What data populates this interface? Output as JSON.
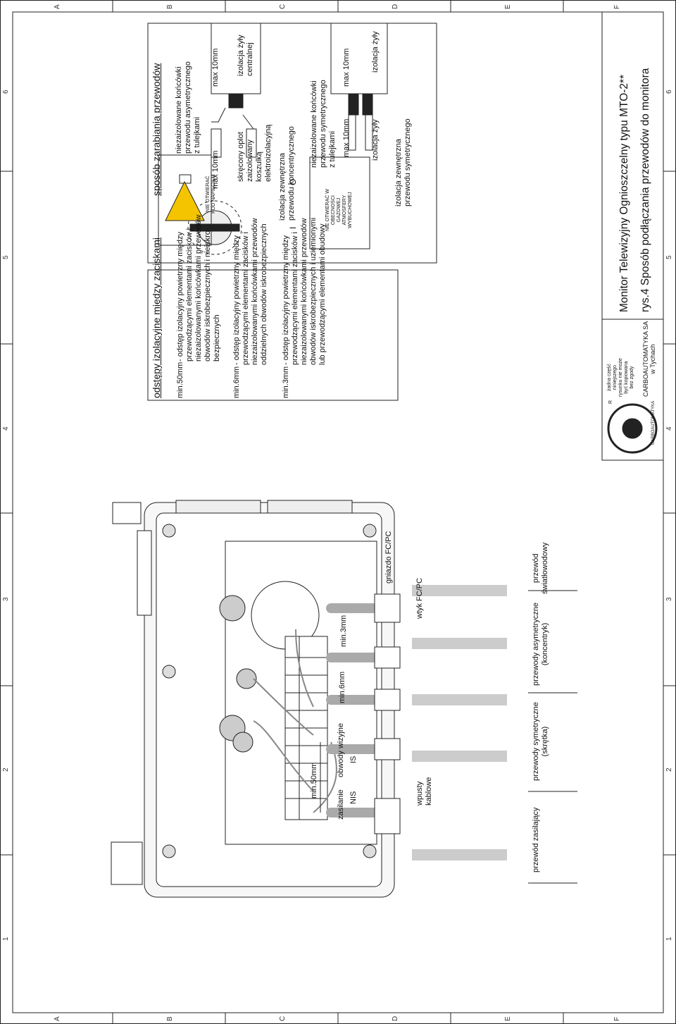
{
  "frame": {
    "columns": [
      "1",
      "2",
      "3",
      "4",
      "5",
      "6"
    ],
    "rows": [
      "A",
      "B",
      "C",
      "D",
      "E",
      "F"
    ]
  },
  "clearances": {
    "title": "odstępy izolacyjne między zaciskami",
    "items": [
      {
        "value": "min.50mm",
        "text": "- odstęp izolacyjny powietrzny między\nprzewodzącymi elementami zacisków i\nniezaizolowanymi końcówkami przewodów\nobwodów iskrobezpiecznych i nieiskro-\nbezpiecznych"
      },
      {
        "value": "min.6mm",
        "text": "- odstęp izolacyjny powietrzny między\nprzewodzącymi elementami zacisków i\nniezaizolowanymi końcówkami przewodów\noddzielnych obwodów iskrobezpiecznych"
      },
      {
        "value": "min.3mm",
        "text": "- odstęp izolacyjny powietrzny między\nprzewodzącymi elementami zacisków i\nniezaizolowanymi końcówkami przewodów\nobwodów iskrobezpiecznych i uziemionymi\nlub przewodzącymi elementami obudowy"
      }
    ]
  },
  "wiring": {
    "title": "sposób zarabiania przewodów",
    "coax": {
      "terminals": "niezaizolowane końcówki\nprzewodu asymetrycznego\nz tulejkami",
      "max_left": "max 10mm",
      "max_right": "max 10mm",
      "shield": "skręcony oplot\nzaizolowany\nkoszulką\nelektroizolacyjną",
      "core_insulation": "izolacja żyły\ncentralnej",
      "outer": "izolacja zewnętrzna\nprzewodu koncentrycznego"
    },
    "sym": {
      "terminals": "niezaizolowane końcówki\nprzewodu symetrycznego\nz tulejkami",
      "max_left": "max 10mm",
      "max_right": "max 10mm",
      "core_left": "izolacja żyły",
      "core_right": "izolacja żyły",
      "outer": "izolacja zewnętrzna\nprzewodu symetrycznego"
    }
  },
  "device": {
    "warning_sign": "NIE OTWIERAĆ\nPOD NAPIĘCIEM",
    "warning_atex": "NIE OTWIERAĆ W\nOBECNOŚCI\nGAZOWEJ\nATMOSFERY\nWYBUCHOWEJ",
    "switch_i": "I",
    "switch_o": "O",
    "dim_50": "min.50mm",
    "dim_6": "min.6mm",
    "dim_3": "min.3mm",
    "zasilanie": "zasilanie",
    "obwody": "obwody wizyjne",
    "nis": "NIS",
    "is": "IS",
    "gniazdo": "gniazdo FC/PC",
    "wtyk": "wtyk FC/PC",
    "wpusty": "wpusty\nkablowe",
    "cable_power": "przewód zasilający",
    "cable_sym": "przewody symetryczne\n(skrętka)",
    "cable_asym": "przewody asymetryczne\n(koncentryk)",
    "cable_fiber": "przewód\nświatłowodowy"
  },
  "title_block": {
    "logo": "CARBOAUTOMATYKA",
    "logo_r": "R",
    "copyright": "żadna część\nniniejszego\nrysunku nie może\nbyć kopiowana\nbez zgody",
    "company": "CARBOAUTOMATYKA SA\nw Tychach",
    "title1": "Monitor Telewizyjny Ognioszczelny typu MTO-2**",
    "title2": "rys.4 Sposób podłączania przewodów do monitora"
  }
}
